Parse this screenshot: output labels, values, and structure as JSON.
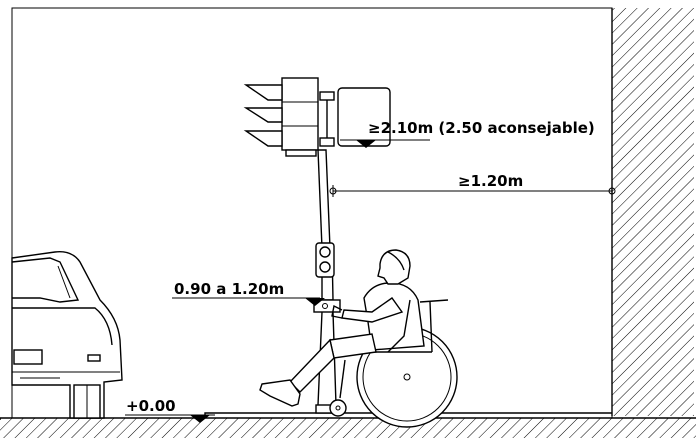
{
  "dimensions": {
    "signal_clearance": "≥2.10m (2.50 aconsejable)",
    "wall_distance": "≥1.20m",
    "button_height": "0.90 a 1.20m",
    "ground_level": "+0.00"
  },
  "colors": {
    "ink": "#000000",
    "background": "#ffffff"
  },
  "icons": [
    "traffic-light",
    "pedestrian-signal",
    "push-button",
    "wheelchair-user",
    "car",
    "level-marker",
    "wall-hatch",
    "ground-hatch"
  ]
}
